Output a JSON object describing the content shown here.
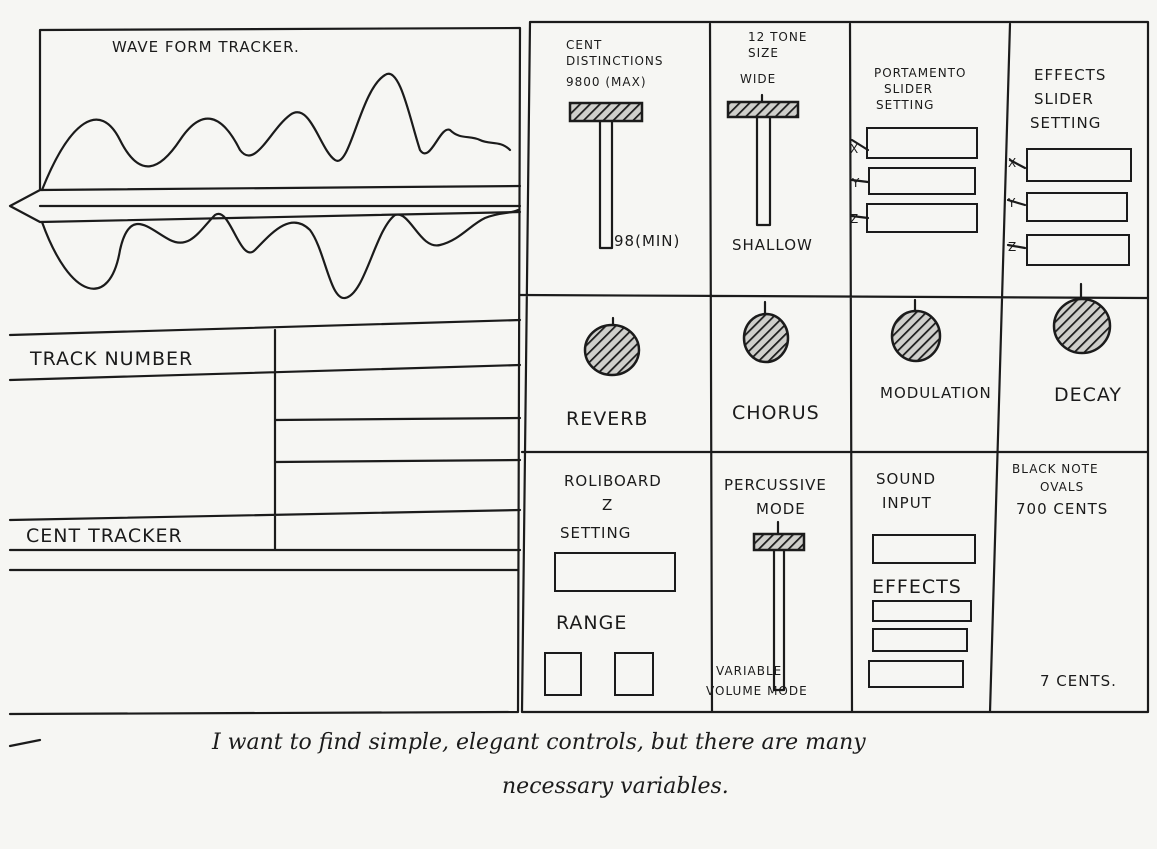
{
  "waveform": {
    "title": "WAVE FORM TRACKER."
  },
  "tracks": {
    "track_number_label": "TRACK NUMBER",
    "cent_tracker_label": "CENT TRACKER"
  },
  "cent_distinctions": {
    "title_line1": "CENT",
    "title_line2": "DISTINCTIONS",
    "max_label": "9800 (MAX)",
    "min_label": "98(MIN)"
  },
  "tone_size": {
    "title_line1": "12 TONE",
    "title_line2": "SIZE",
    "wide_label": "WIDE",
    "shallow_label": "SHALLOW"
  },
  "portamento": {
    "title_line1": "PORTAMENTO",
    "title_line2": "SLIDER",
    "title_line3": "SETTING",
    "axes": [
      "X",
      "Y",
      "Z"
    ]
  },
  "effects_slider": {
    "title_line1": "EFFECTS",
    "title_line2": "SLIDER",
    "title_line3": "SETTING",
    "axes": [
      "X",
      "Y",
      "Z"
    ]
  },
  "knobs": [
    "REVERB",
    "CHORUS",
    "MODULATION",
    "DECAY"
  ],
  "rollboard": {
    "title_line1": "ROLIBOARD",
    "title_line2": "Z",
    "title_line3": "SETTING",
    "range_label": "RANGE"
  },
  "percussive": {
    "title_line1": "PERCUSSIVE",
    "title_line2": "MODE",
    "variable_line1": "VARIABLE",
    "variable_line2": "VOLUME MODE"
  },
  "sound_input": {
    "title_line1": "SOUND",
    "title_line2": "INPUT",
    "effects_label": "EFFECTS"
  },
  "black_note": {
    "title_line1": "BLACK NOTE",
    "title_line2": "OVALS",
    "title_line3": "700 CENTS",
    "bottom_label": "7 CENTS."
  },
  "note": {
    "line1": "I want to find simple, elegant controls, but there are many",
    "line2": "necessary variables."
  }
}
